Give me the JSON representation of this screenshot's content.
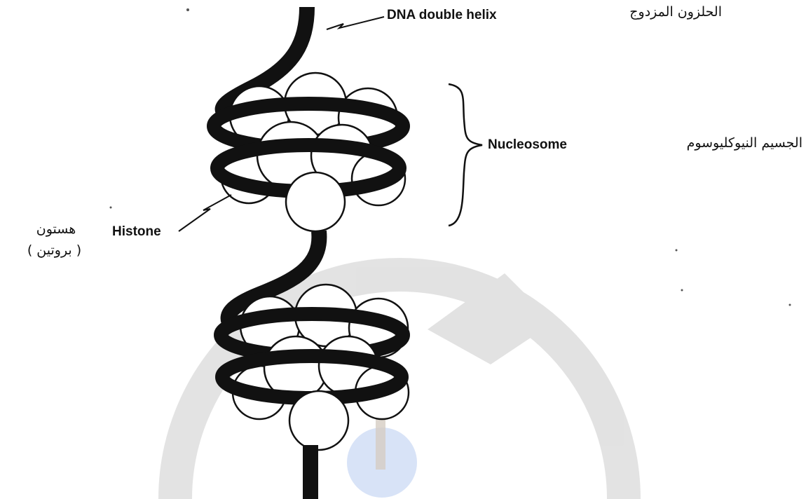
{
  "diagram": {
    "labels": {
      "dna_double_helix": "DNA double helix",
      "dna_double_helix_ar": "الحلزون المزدوج",
      "nucleosome": "Nucleosome",
      "nucleosome_ar": "الجسيم النيوكليوسوم",
      "histone": "Histone",
      "histone_ar": "هستون",
      "histone_note_ar": "( بروتين )"
    },
    "nucleosomes": [
      {
        "index": 1,
        "histone_count": 8
      },
      {
        "index": 2,
        "histone_count": 8
      }
    ]
  },
  "colors": {
    "dna_strand": "#111111",
    "histone_fill": "#ffffff",
    "histone_stroke": "#111111",
    "watermark": "#bdbdbd",
    "watermark_accent": "#3a6fd6"
  }
}
